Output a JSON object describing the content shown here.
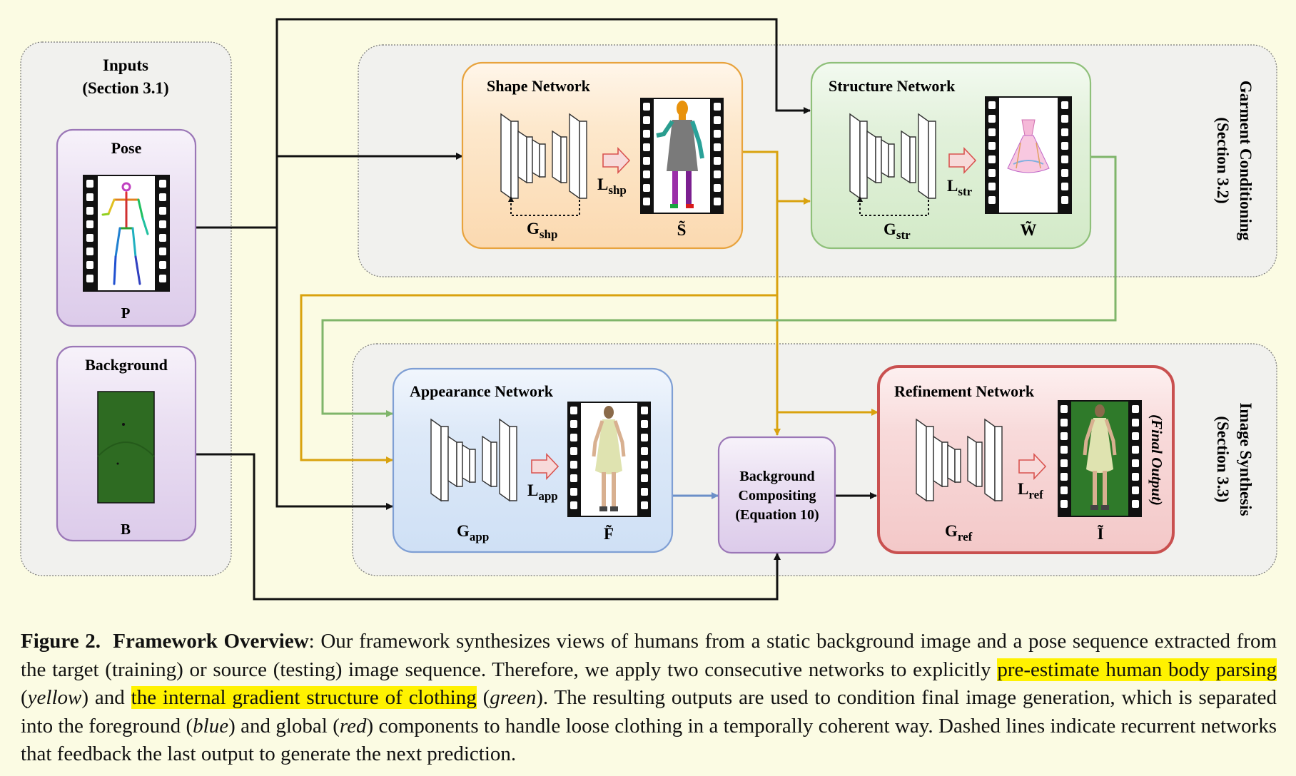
{
  "inputs": {
    "title": "Inputs",
    "section": "(Section 3.1)",
    "pose": {
      "title": "Pose",
      "symbol": "P"
    },
    "background": {
      "title": "Background",
      "symbol": "B"
    }
  },
  "garment": {
    "title": "Garment Conditioning",
    "section": "(Section 3.2)"
  },
  "synthesis": {
    "title": "Image Synthesis",
    "section": "(Section 3.3)"
  },
  "networks": {
    "shape": {
      "title": "Shape Network",
      "gen": "G",
      "gen_sub": "shp",
      "loss": "L",
      "loss_sub": "shp",
      "output": "S̃"
    },
    "structure": {
      "title": "Structure Network",
      "gen": "G",
      "gen_sub": "str",
      "loss": "L",
      "loss_sub": "str",
      "output": "W̃"
    },
    "appearance": {
      "title": "Appearance Network",
      "gen": "G",
      "gen_sub": "app",
      "loss": "L",
      "loss_sub": "app",
      "output": "F̃"
    },
    "refinement": {
      "title": "Refinement Network",
      "gen": "G",
      "gen_sub": "ref",
      "loss": "L",
      "loss_sub": "ref",
      "output": "Ĩ",
      "note": "(Final Output)"
    }
  },
  "compositing": {
    "line1": "Background",
    "line2": "Compositing",
    "line3": "(Equation 10)"
  },
  "caption": {
    "label": "Figure 2.",
    "heading": "Framework Overview",
    "t1": ": Our framework synthesizes views of humans from a static background image and a pose sequence extracted from the target (training) or source (testing) image sequence. Therefore, we apply two consecutive networks to explicitly ",
    "hl1": "pre-estimate human body parsing",
    "t2": " (",
    "c1": "yellow",
    "t3": ") and ",
    "hl2": "the internal gradient structure of clothing",
    "t4": " (",
    "c2": "green",
    "t5": "). The resulting outputs are used to condition final image generation, which is separated into the foreground (",
    "c3": "blue",
    "t6": ") and global (",
    "c4": "red",
    "t7": ") components to handle loose clothing in a temporally coherent way. Dashed lines indicate recurrent networks that feedback the last output to generate the next prediction."
  },
  "colors": {
    "yellow_line": "#d9a20e",
    "green_line": "#7fb56a",
    "blue_line": "#6b8fc8",
    "red_border": "#c9504f",
    "highlight": "#fff200"
  }
}
